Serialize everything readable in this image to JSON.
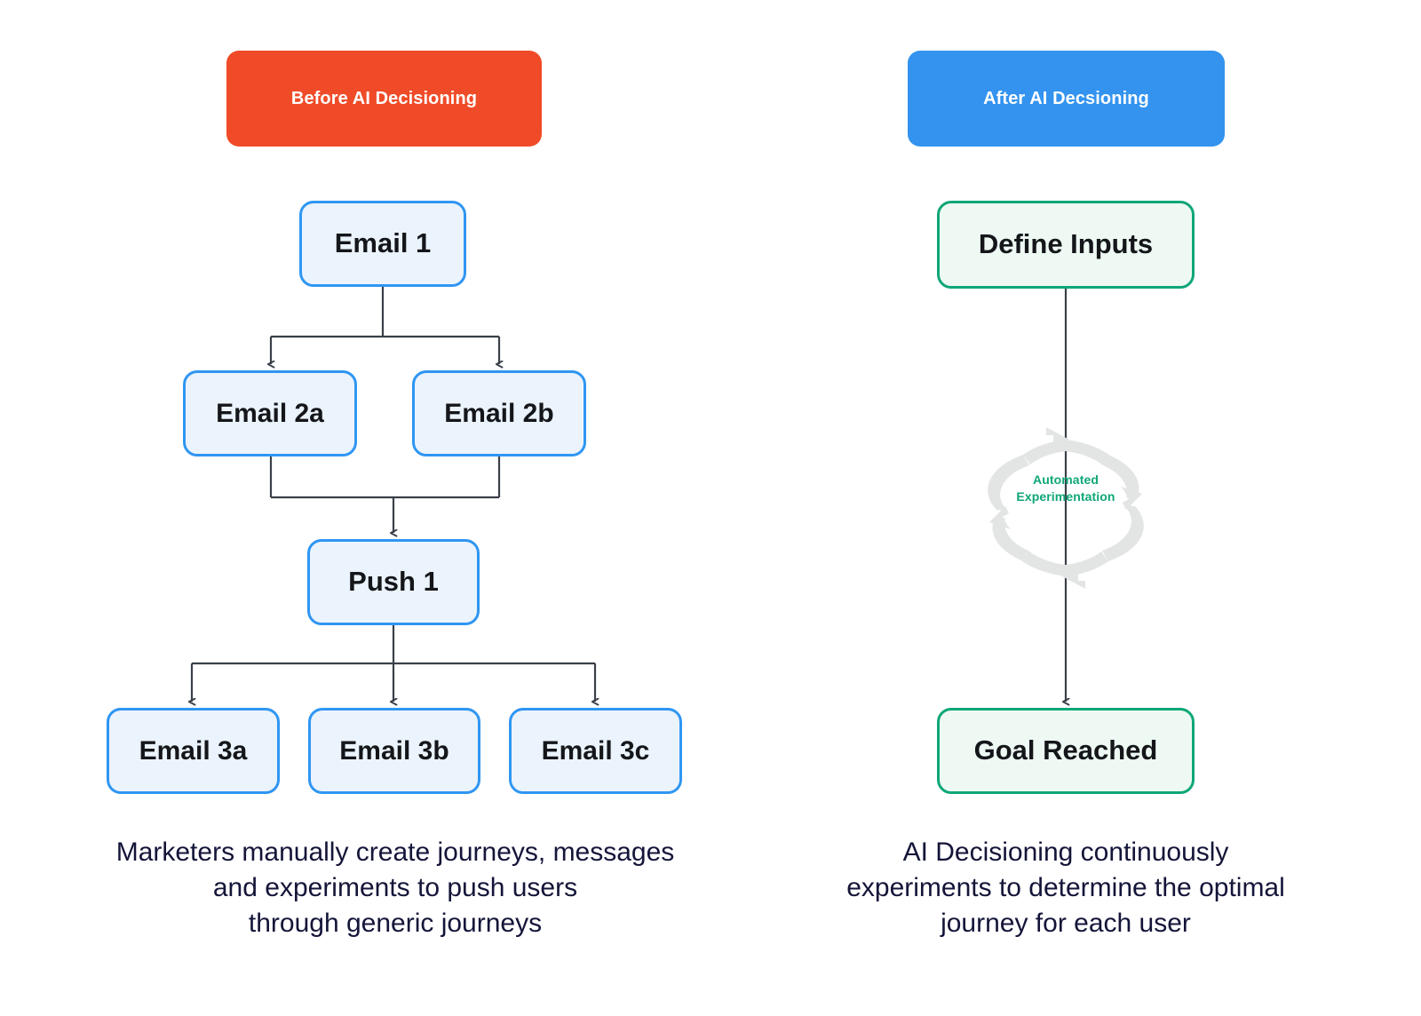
{
  "diagram": {
    "title": "Before vs After AI Decisioning journey comparison",
    "colors": {
      "before_header_bg": "#F04B28",
      "after_header_bg": "#3393EF",
      "node_blue_border": "#2F96F2",
      "node_blue_fill": "#EBF3FC",
      "node_green_border": "#0FA678",
      "node_green_fill": "#EDF9F2",
      "connector_line": "#3A4049",
      "loop_arrow": "#E3E5E4",
      "loop_label_text": "#0FA678",
      "caption_text": "#141539",
      "node_text": "#14161A"
    }
  },
  "before": {
    "header_label": "Before AI Decisioning",
    "nodes": {
      "email_1": "Email 1",
      "email_2a": "Email 2a",
      "email_2b": "Email 2b",
      "push_1": "Push 1",
      "email_3a": "Email 3a",
      "email_3b": "Email 3b",
      "email_3c": "Email 3c"
    },
    "caption_lines": [
      "Marketers manually create journeys, messages",
      "and experiments to push users",
      "through generic journeys"
    ],
    "caption": "Marketers manually create journeys, messages and experiments to push users through generic journeys"
  },
  "after": {
    "header_label": "After AI Decsioning",
    "nodes": {
      "define_inputs": "Define Inputs",
      "goal_reached": "Goal Reached"
    },
    "loop_label_line1": "Automated",
    "loop_label_line2": "Experimentation",
    "loop_label": "Automated Experimentation",
    "caption_lines": [
      "AI Decisioning continuously",
      "experiments to determine the optimal",
      "journey for each user"
    ],
    "caption": "AI Decisioning continuously experiments to determine the optimal journey for each user"
  }
}
